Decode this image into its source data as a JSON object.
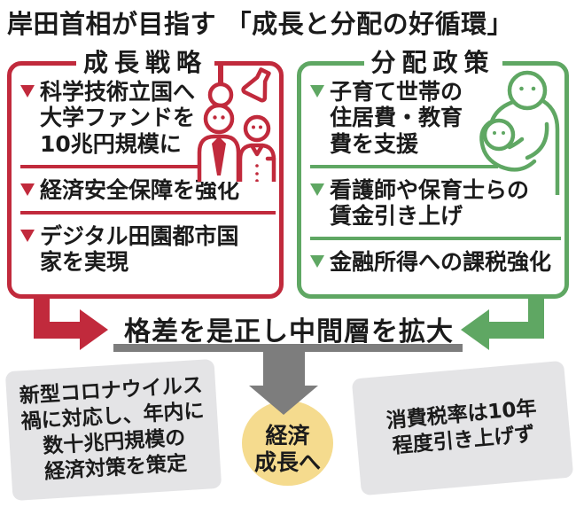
{
  "title": "岸田首相が目指す 「成長と分配の好循環」",
  "growth_box": {
    "header": "成長戦略",
    "items": [
      "科学技術立国へ\n大学ファンドを\n10兆円規模に",
      "経済安全保障を強化",
      "デジタル田園都市国\n家を実現"
    ]
  },
  "distribution_box": {
    "header": "分配政策",
    "items": [
      "子育て世帯の\n住居費・教育\n費を支援",
      "看護師や保育士らの\n賃金引き上げ",
      "金融所得への課税強化"
    ]
  },
  "middle_banner": {
    "label": "格差を是正し中間層を拡大"
  },
  "goal": {
    "label": "経済\n成長へ"
  },
  "notes": {
    "left": "新型コロナウイルス\n禍に対応し、年内に\n数十兆円規模の\n経済対策を策定",
    "right": "消費税率は10年\n程度引き上げず"
  },
  "icons": {
    "growth": "researchers-flasks-icon",
    "distribution": "parent-holding-baby-icon",
    "center": "down-arrow-icon"
  },
  "colors": {
    "growth_red": "#c12a3c",
    "distribution_green": "#5fa763",
    "arrow_gray": "#7d7d7d",
    "goal_yellow": "#f5db8e",
    "note_gray": "#e4e4e6",
    "text": "#1b1b1b"
  }
}
